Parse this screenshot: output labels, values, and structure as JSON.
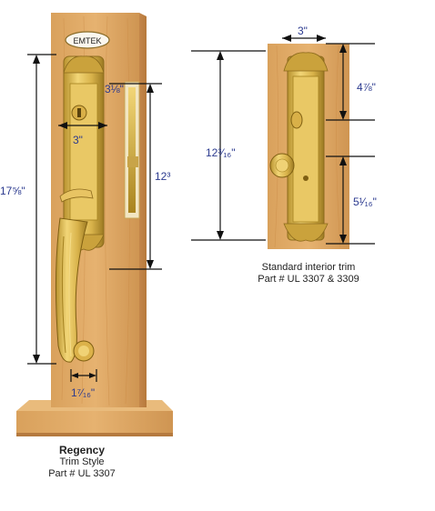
{
  "brand_badge": "EMTEK",
  "left_product": {
    "name": "Regency",
    "style": "Trim Style",
    "part": "Part # UL 3307",
    "dims": {
      "total_height": "17⅝\"",
      "plate_width": "3\"",
      "upper_height": "3⅛\"",
      "center_to_bottom": "12³",
      "thumb_offset": "1⁷⁄₁₆\""
    }
  },
  "right_product": {
    "caption_line1": "Standard interior trim",
    "caption_line2": "Part # UL 3307 & 3309",
    "dims": {
      "plate_width": "3\"",
      "top_section": "4⅞\"",
      "overall": "12³⁄₁₆\"",
      "lower_section": "5¹⁄₁₆\""
    }
  },
  "colors": {
    "wood": "#e0a964",
    "wood_dark": "#c98a45",
    "brass": "#d8b24a",
    "brass_dark": "#9c7a22",
    "dimension": "#2b3a8f",
    "line": "#111111"
  }
}
